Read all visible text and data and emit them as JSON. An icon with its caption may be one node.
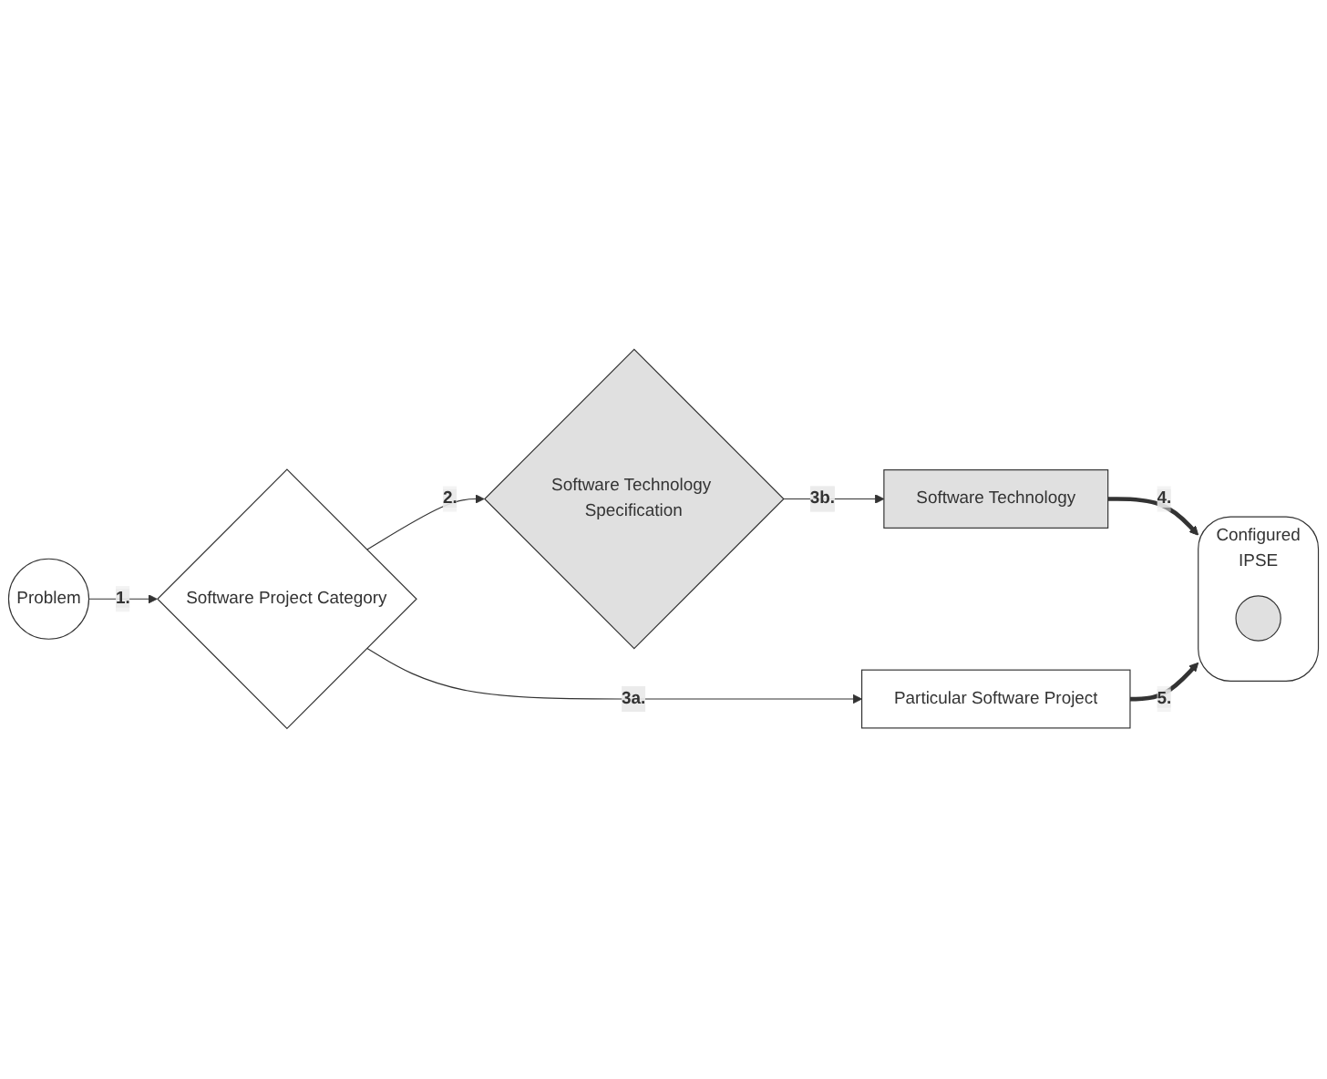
{
  "diagram": {
    "nodes": [
      {
        "text": [
          "Problem"
        ]
      },
      {
        "text": [
          "Software Project Category"
        ]
      },
      {
        "text": [
          "Software Technology Specification"
        ]
      },
      {
        "text": [
          "Software Technology"
        ]
      },
      {
        "text": [
          "Particular Software Project"
        ]
      },
      {
        "text": [
          "Configured",
          "IPSE"
        ]
      },
      {
        "text": [],
        "shape": "circle",
        "in": 5
      }
    ],
    "edges": [
      {
        "from": 0,
        "to": 1,
        "arrow": "to",
        "label": "1."
      },
      {
        "from": 1,
        "to": 2,
        "arrow": "to",
        "label": "2."
      },
      {
        "from": 1,
        "to": 4,
        "arrow": "to",
        "label": "3a."
      },
      {
        "from": 2,
        "to": 3,
        "arrow": "to",
        "label": "3b."
      },
      {
        "from": 3,
        "to": 5,
        "arrow": "to",
        "label": "4.",
        "style": "thick"
      },
      {
        "from": 4,
        "to": 5,
        "arrow": "to",
        "label": "5.",
        "style": "thick"
      }
    ]
  }
}
